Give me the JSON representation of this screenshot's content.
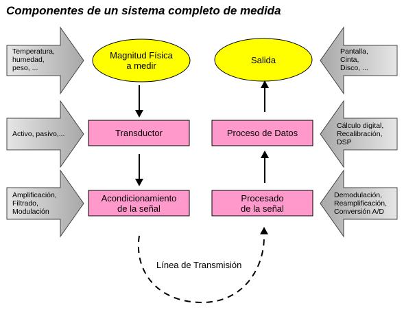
{
  "title": "Componentes de un sistema completo de medida",
  "left_arrows": [
    {
      "lines": [
        "Temperatura,",
        "humedad,",
        "peso, ..."
      ]
    },
    {
      "lines": [
        "Activo, pasivo,..."
      ]
    },
    {
      "lines": [
        "Amplificación,",
        "Filtrado,",
        "Modulación"
      ]
    }
  ],
  "right_arrows": [
    {
      "lines": [
        "Pantalla,",
        "Cinta,",
        "Disco, ..."
      ]
    },
    {
      "lines": [
        "Cálculo digital,",
        "Recalibración,",
        "DSP"
      ]
    },
    {
      "lines": [
        "Demodulación,",
        "Reamplificación,",
        "Conversión A/D"
      ]
    }
  ],
  "left_column": {
    "ellipse": [
      "Magnitud Física",
      "a medir"
    ],
    "box1": [
      "Transductor"
    ],
    "box2": [
      "Acondicionamiento",
      "de la señal"
    ]
  },
  "right_column": {
    "ellipse": [
      "Salida"
    ],
    "box1": [
      "Proceso de Datos"
    ],
    "box2": [
      "Procesado",
      "de la señal"
    ]
  },
  "transmission_label": "Línea de Transmisión",
  "colors": {
    "ellipse_fill": "#ffff00",
    "box_fill": "#ff99cc",
    "arrow_fill": "#c8c8c8"
  }
}
